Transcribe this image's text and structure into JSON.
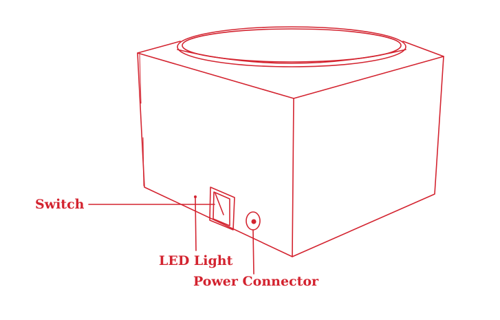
{
  "colors": {
    "ink": "#d3232f",
    "background": "#ffffff"
  },
  "labels": {
    "switch": "Switch",
    "led_light": "LED Light",
    "power_connector": "Power Connector"
  }
}
